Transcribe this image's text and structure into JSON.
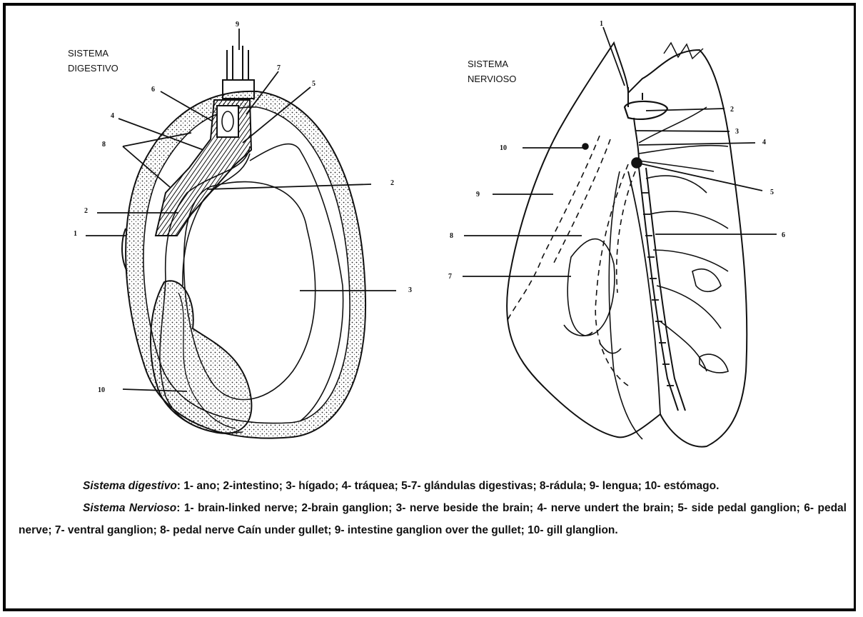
{
  "digestive": {
    "title_line1": "SISTEMA",
    "title_line2": "DIGESTIVO",
    "labels": {
      "n1": "1",
      "n2a": "2",
      "n2b": "2",
      "n3": "3",
      "n4": "4",
      "n5": "5",
      "n6": "6",
      "n7": "7",
      "n8": "8",
      "n9": "9",
      "n10": "10"
    }
  },
  "nervous": {
    "title_line1": "SISTEMA",
    "title_line2": "NERVIOSO",
    "labels": {
      "n1": "1",
      "n2": "2",
      "n3": "3",
      "n4": "4",
      "n5": "5",
      "n6": "6",
      "n7": "7",
      "n8": "8",
      "n9": "9",
      "n10": "10"
    }
  },
  "caption": {
    "digestive_term": "Sistema digestivo",
    "digestive_text": ": 1- ano; 2-intestino; 3- hígado; 4- tráquea; 5-7- glándulas digestivas; 8-rádula; 9- lengua; 10- estómago.",
    "nervous_term": "Sistema Nervioso",
    "nervous_text": ": 1- brain-linked nerve; 2-brain ganglion; 3- nerve beside the brain; 4- nerve undert the brain; 5- side pedal ganglion; 6- pedal nerve; 7- ventral ganglion; 8- pedal nerve Caín under gullet; 9- intestine ganglion over the gullet; 10- gill glanglion."
  }
}
